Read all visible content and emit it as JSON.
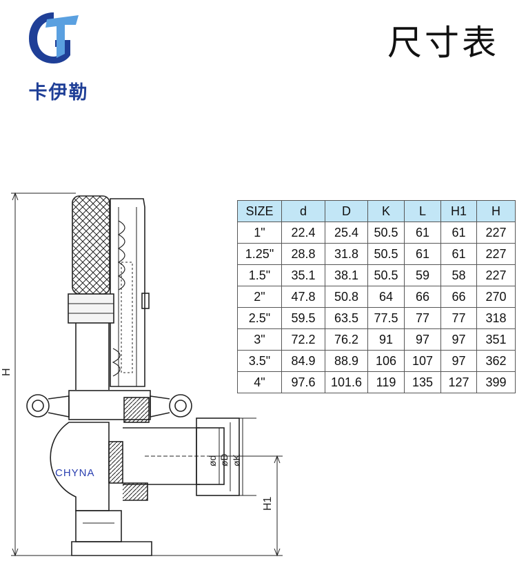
{
  "brand": {
    "name": "卡伊勒",
    "logo_icon": "gt-logo-icon",
    "colors": {
      "primary": "#1f3f97",
      "accent": "#5aa0e0"
    }
  },
  "page": {
    "title": "尺寸表"
  },
  "drawing": {
    "labels": {
      "h": "H",
      "h1": "H1",
      "d": "ød",
      "D": "øD",
      "K": "øK"
    },
    "watermark": "CHYNA"
  },
  "table": {
    "header_color": "#c2e6f6",
    "columns": [
      "SIZE",
      "d",
      "D",
      "K",
      "L",
      "H1",
      "H"
    ],
    "rows": [
      [
        "1\"",
        "22.4",
        "25.4",
        "50.5",
        "61",
        "61",
        "227"
      ],
      [
        "1.25\"",
        "28.8",
        "31.8",
        "50.5",
        "61",
        "61",
        "227"
      ],
      [
        "1.5\"",
        "35.1",
        "38.1",
        "50.5",
        "59",
        "58",
        "227"
      ],
      [
        "2\"",
        "47.8",
        "50.8",
        "64",
        "66",
        "66",
        "270"
      ],
      [
        "2.5\"",
        "59.5",
        "63.5",
        "77.5",
        "77",
        "77",
        "318"
      ],
      [
        "3\"",
        "72.2",
        "76.2",
        "91",
        "97",
        "97",
        "351"
      ],
      [
        "3.5\"",
        "84.9",
        "88.9",
        "106",
        "107",
        "97",
        "362"
      ],
      [
        "4\"",
        "97.6",
        "101.6",
        "119",
        "135",
        "127",
        "399"
      ]
    ]
  }
}
